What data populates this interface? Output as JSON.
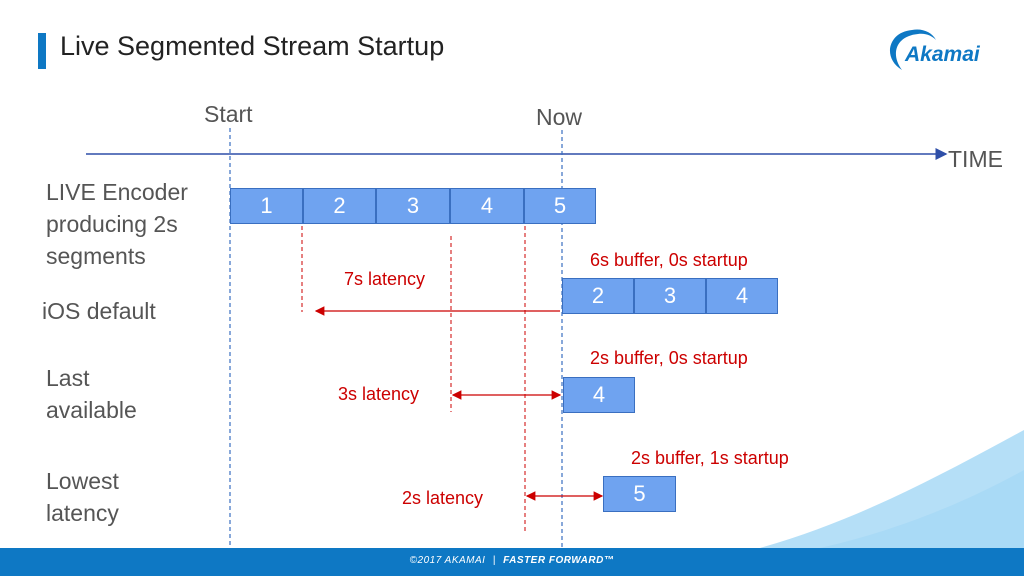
{
  "slide": {
    "title": "Live Segmented Stream Startup",
    "brand": "Akamai",
    "footer": {
      "copyright": "©2017 AKAMAI",
      "separator": "|",
      "tagline": "FASTER FORWARD™"
    }
  },
  "timeline": {
    "start_label": "Start",
    "now_label": "Now",
    "axis_label": "TIME"
  },
  "rows": [
    {
      "label": "LIVE Encoder producing 2s segments",
      "segments": [
        "1",
        "2",
        "3",
        "4",
        "5"
      ]
    },
    {
      "label": "iOS default",
      "segments": [
        "2",
        "3",
        "4"
      ],
      "buffer_note": "6s buffer, 0s startup",
      "latency_note": "7s latency"
    },
    {
      "label": "Last available",
      "segments": [
        "4"
      ],
      "buffer_note": "2s buffer, 0s startup",
      "latency_note": "3s latency"
    },
    {
      "label": "Lowest latency",
      "segments": [
        "5"
      ],
      "buffer_note": "2s buffer, 1s startup",
      "latency_note": "2s latency"
    }
  ],
  "colors": {
    "accent": "#0e78c4",
    "segment_fill": "#6fa3f0",
    "segment_border": "#3a6fc0",
    "annotation": "#cc0000",
    "label": "#555555",
    "marker_line": "#3a6fc0"
  },
  "icons": [
    "akamai-logo"
  ]
}
